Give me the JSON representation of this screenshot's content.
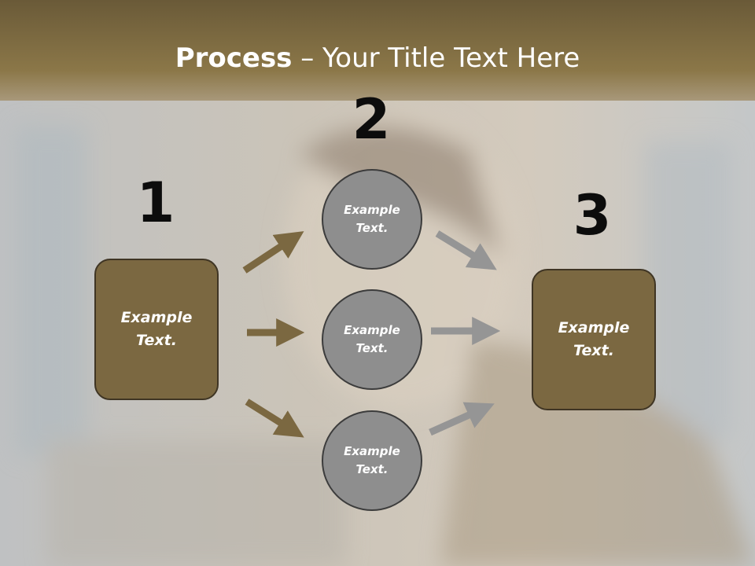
{
  "title": {
    "bold": "Process",
    "rest": " – Your Title Text Here"
  },
  "numbers": {
    "n1": "1",
    "n2": "2",
    "n3": "3"
  },
  "left_box": {
    "label": "Example\nText."
  },
  "right_box": {
    "label": "Example\nText."
  },
  "circles": [
    {
      "label": "Example\nText."
    },
    {
      "label": "Example\nText."
    },
    {
      "label": "Example\nText."
    }
  ],
  "colors": {
    "box_fill": "#7b6841",
    "circle_fill": "#8e8e8e",
    "arrow_brown": "#7b6841",
    "arrow_grey": "#959595"
  }
}
